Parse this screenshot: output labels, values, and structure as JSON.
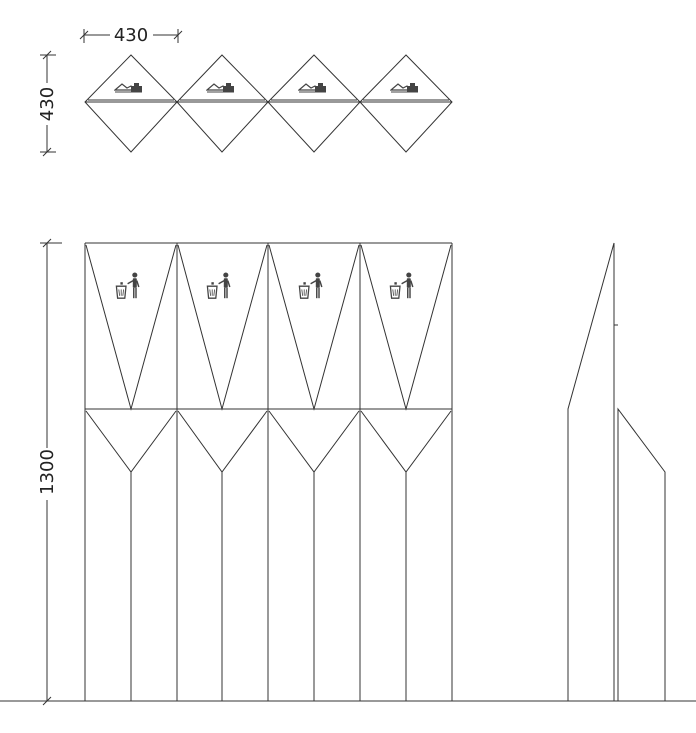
{
  "dimensions": {
    "top_width": "430",
    "top_depth": "430",
    "height": "1300"
  },
  "plan_view": {
    "module_count": 4,
    "icon": "trash-pour-icon"
  },
  "front_view": {
    "module_count": 4,
    "icon": "person-litter-bin-icon"
  },
  "side_view": {
    "icon": "none"
  },
  "colors": {
    "line": "#333333",
    "background": "#ffffff"
  }
}
